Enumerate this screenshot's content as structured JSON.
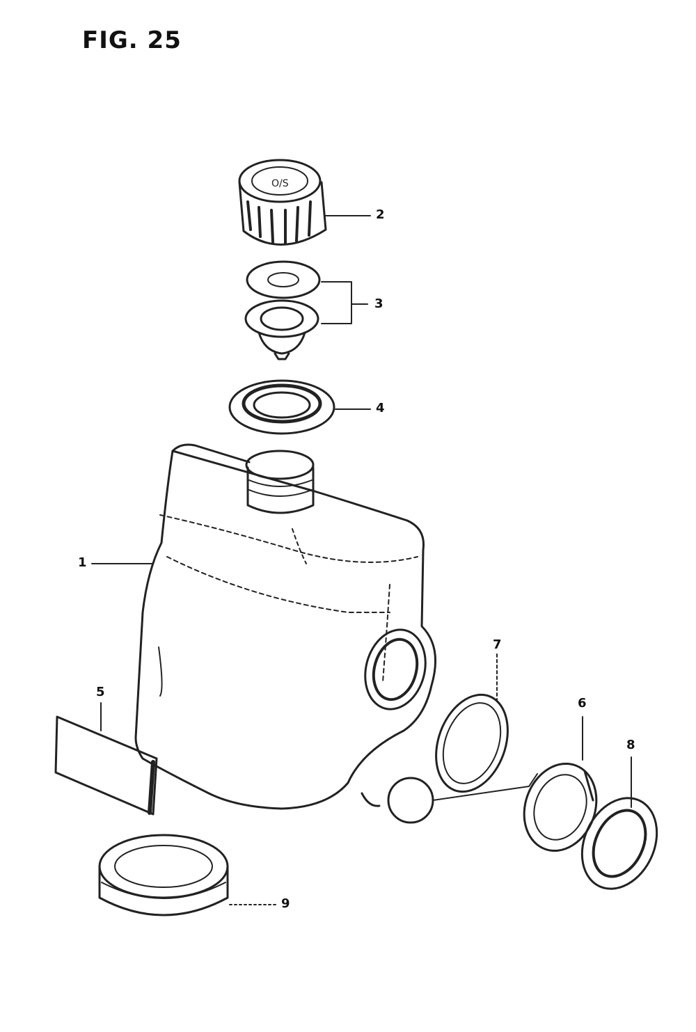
{
  "figure": {
    "title": "FIG. 25",
    "callouts": [
      "1",
      "2",
      "3",
      "4",
      "5",
      "6",
      "7",
      "8",
      "9"
    ]
  }
}
